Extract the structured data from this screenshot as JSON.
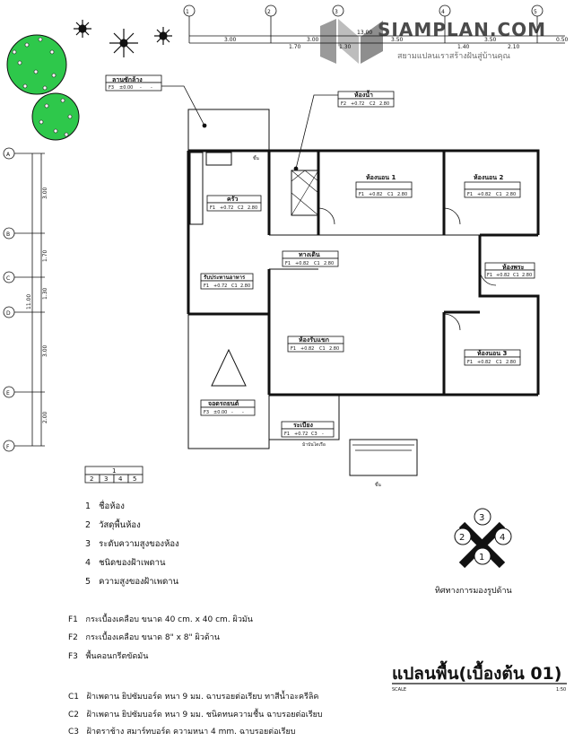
{
  "brand": {
    "name": "SIAMPLAN.COM",
    "tagline": "สยามแปลนเราสร้างฝันสู่บ้านคุณ"
  },
  "grid": {
    "cols": [
      "1",
      "2",
      "3",
      "4",
      "5"
    ],
    "rows": [
      "A",
      "B",
      "C",
      "D",
      "E",
      "F"
    ],
    "top_total": "13.00",
    "top_dims": [
      "3.00",
      "1.70",
      "3.00",
      "1.30",
      "3.50",
      "1.40",
      "3.50",
      "2.10",
      "0.50"
    ],
    "left_total": "11.00",
    "left_dims": [
      "3.00",
      "1.70",
      "1.30",
      "3.00",
      "2.00"
    ]
  },
  "rooms": [
    {
      "name": "ลานซักล้าง",
      "f": "F3",
      "lvl": "±0.00",
      "c": "-",
      "h": "-"
    },
    {
      "name": "ห้องน้ำ",
      "f": "F2",
      "lvl": "+0.72",
      "c": "C2",
      "h": "2.80"
    },
    {
      "name": "ห้องนอน 1",
      "f": "F1",
      "lvl": "+0.82",
      "c": "C1",
      "h": "2.80"
    },
    {
      "name": "ห้องนอน 2",
      "f": "F1",
      "lvl": "+0.82",
      "c": "C1",
      "h": "2.80"
    },
    {
      "name": "ครัว",
      "f": "F1",
      "lvl": "+0.72",
      "c": "C2",
      "h": "2.80"
    },
    {
      "name": "ทางเดิน",
      "f": "F1",
      "lvl": "+0.82",
      "c": "C1",
      "h": "2.80"
    },
    {
      "name": "ห้องพระ",
      "f": "F1",
      "lvl": "+0.82",
      "c": "C1",
      "h": "2.80"
    },
    {
      "name": "รับประทานอาหาร",
      "f": "F1",
      "lvl": "+0.72",
      "c": "C1",
      "h": "2.80"
    },
    {
      "name": "ห้องรับแขก",
      "f": "F1",
      "lvl": "+0.82",
      "c": "C1",
      "h": "2.80"
    },
    {
      "name": "ห้องนอน 3",
      "f": "F1",
      "lvl": "+0.82",
      "c": "C1",
      "h": "2.80"
    },
    {
      "name": "จอดรถยนต์",
      "f": "F3",
      "lvl": "±0.00",
      "c": "-",
      "h": "-"
    },
    {
      "name": "ระเบียง",
      "f": "F1",
      "lvl": "+0.72",
      "c": "C3",
      "h": "-"
    }
  ],
  "plan_labels": {
    "up1": "ขึ้น",
    "up2": "ขึ้น",
    "main_door": "ม้าบันไดเรือ"
  },
  "legend_box": {
    "top": "1",
    "cells": [
      "2",
      "3",
      "4",
      "5"
    ]
  },
  "legend": [
    {
      "n": "1",
      "text": "ชื่อห้อง"
    },
    {
      "n": "2",
      "text": "วัสดุพื้นห้อง"
    },
    {
      "n": "3",
      "text": "ระดับความสูงของห้อง"
    },
    {
      "n": "4",
      "text": "ชนิดของฝ้าเพดาน"
    },
    {
      "n": "5",
      "text": "ความสูงของฝ้าเพดาน"
    }
  ],
  "compass": {
    "nums": [
      "1",
      "2",
      "3",
      "4"
    ],
    "caption": "ทิศทางการมองรูปด้าน"
  },
  "floor_notes": [
    {
      "code": "F1",
      "text": "กระเบื้องเคลือบ ขนาด 40 cm. x 40 cm. ผิวมัน"
    },
    {
      "code": "F2",
      "text": "กระเบื้องเคลือบ ขนาด 8\" x 8\" ผิวด้าน"
    },
    {
      "code": "F3",
      "text": "พื้นคอนกรีตขัดมัน"
    }
  ],
  "ceiling_notes": [
    {
      "code": "C1",
      "text": "ฝ้าเพดาน ยิปซัมบอร์ด หนา 9 มม. ฉาบรอยต่อเรียบ ทาสีน้ำอะครีลิค"
    },
    {
      "code": "C2",
      "text": "ฝ้าเพดาน ยิปซัมบอร์ด หนา 9 มม. ชนิดทนความชื้น ฉาบรอยต่อเรียบ"
    },
    {
      "code": "C3",
      "text": "ฝ้าตราช้าง สมาร์ทบอร์ด ความหนา 4 mm. ฉาบรอยต่อเรียบ"
    }
  ],
  "title": {
    "text": "แปลนพื้น(เบื้องต้น 01)",
    "scale_label": "SCALE",
    "scale_value": "1:50"
  }
}
